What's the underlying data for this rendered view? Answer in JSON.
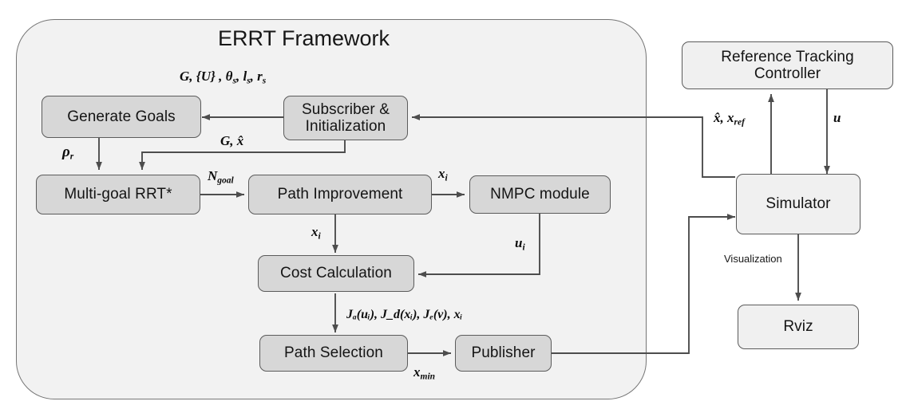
{
  "diagram": {
    "title": "ERRT Framework",
    "nodes": {
      "generate_goals": "Generate Goals",
      "subscriber": "Subscriber &\nInitialization",
      "multi_goal_rrt": "Multi-goal RRT*",
      "path_improvement": "Path Improvement",
      "nmpc_module": "NMPC module",
      "cost_calculation": "Cost Calculation",
      "path_selection": "Path Selection",
      "publisher": "Publisher",
      "reference_tracking_controller": "Reference Tracking\nController",
      "simulator": "Simulator",
      "rviz": "Rviz"
    },
    "edge_labels": {
      "inputs": "G, {U} , θ",
      "inputs_sub1": "s",
      "inputs_mid": ", l",
      "inputs_sub2": "s",
      "inputs_mid2": ", r",
      "inputs_sub3": "s",
      "rho_r": "ρ",
      "rho_r_sub": "r",
      "g_xhat": "G, x̂",
      "n_goal": "N",
      "n_goal_sub": "goal",
      "x_i_top": "x",
      "x_i_top_sub": "i",
      "x_i_down": "x",
      "x_i_down_sub": "i",
      "u_i": "u",
      "u_i_sub": "i",
      "cost_terms": "J",
      "cost_terms_full": "Jₐ(uᵢ), J_d(xᵢ), Jₑ(v), xᵢ",
      "x_min": "x",
      "x_min_sub": "min",
      "xhat_xref": "x̂, x",
      "xhat_xref_sub": "ref",
      "u_ctrl": "u",
      "visualization": "Visualization"
    },
    "colors": {
      "shell_fill": "#f2f2f2",
      "shell_stroke": "#757575",
      "inner_fill": "#d7d7d7",
      "outer_fill": "#f0f0f0",
      "node_stroke": "#5b5b5b",
      "arrow": "#4d4d4d",
      "text": "#141414"
    }
  }
}
